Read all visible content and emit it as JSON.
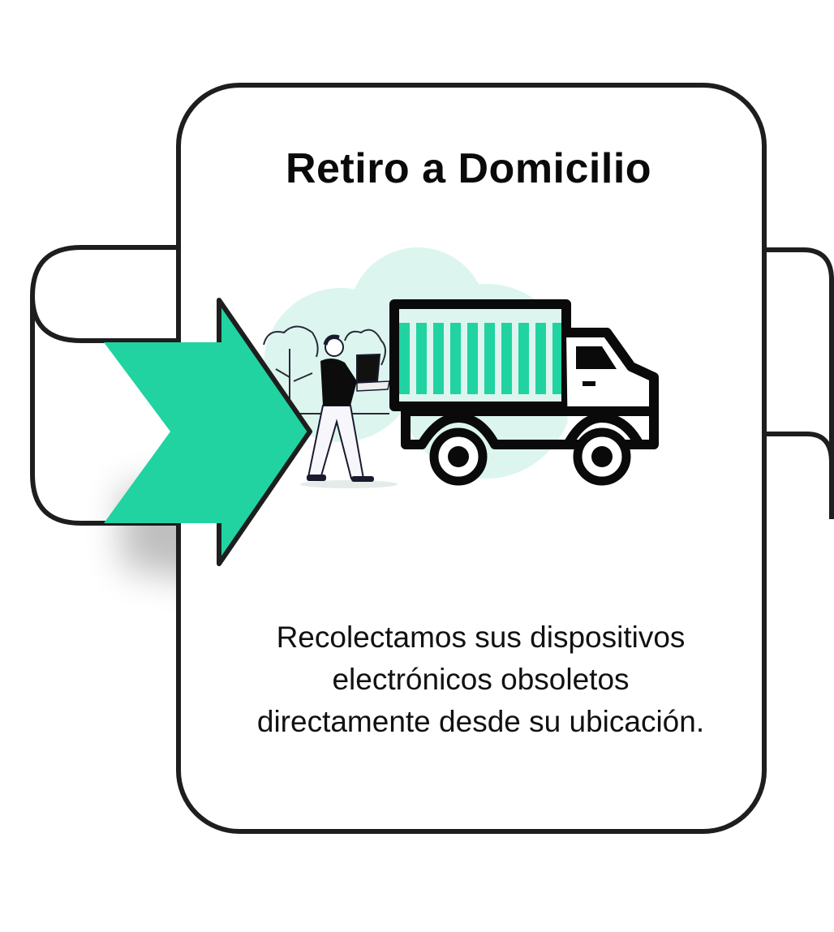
{
  "card": {
    "title": "Retiro a Domicilio",
    "description_lines": [
      "Recolectamos sus dispositivos",
      "electrónicos obsoletos",
      "directamente desde su ubicación."
    ]
  },
  "colors": {
    "accent": "#21d3a0",
    "outline": "#1e1e1e",
    "cloud": "#dcf6ef"
  },
  "icons": [
    "arrow-right-icon",
    "delivery-truck-icon",
    "person-with-laptop-icon",
    "trees-icon"
  ]
}
